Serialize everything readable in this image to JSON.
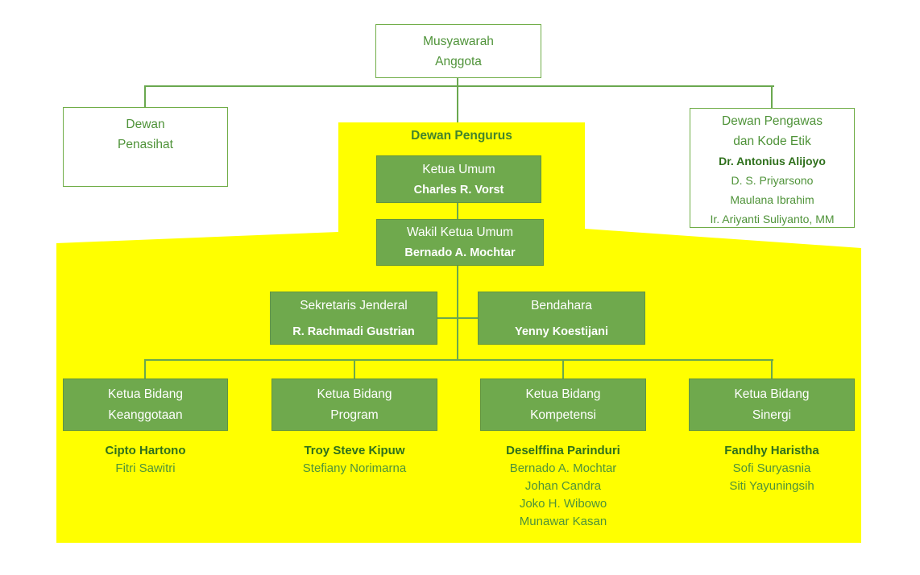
{
  "colors": {
    "background_yellow": "#FFFF00",
    "box_green_fill": "#6FA94D",
    "box_border_green": "#70AD47",
    "connector_green": "#6AA84F",
    "text_green": "#4F9339",
    "text_green_bold": "#2F701C",
    "title_green": "#43852C",
    "box_text_white": "#FFFFFF"
  },
  "top_row": {
    "musyawarah": {
      "line1": "Musyawarah",
      "line2": "Anggota"
    },
    "penasihat": {
      "line1": "Dewan",
      "line2": "Penasihat"
    },
    "pengawas": {
      "heading_line1": "Dewan Pengawas",
      "heading_line2": "dan Kode Etik",
      "members": [
        "Dr. Antonius Alijoyo",
        "D. S. Priyarsono",
        "Maulana Ibrahim",
        "Ir. Ariyanti Suliyanto, MM"
      ]
    }
  },
  "pengurus": {
    "title": "Dewan Pengurus",
    "ketua_umum": {
      "role": "Ketua Umum",
      "name": "Charles R. Vorst"
    },
    "wakil_ketua_umum": {
      "role": "Wakil Ketua Umum",
      "name": "Bernado A. Mochtar"
    },
    "sekretaris_jenderal": {
      "role": "Sekretaris Jenderal",
      "name": "R. Rachmadi Gustrian"
    },
    "bendahara": {
      "role": "Bendahara",
      "name": "Yenny Koestijani"
    },
    "bidang": [
      {
        "role_line1": "Ketua Bidang",
        "role_line2": "Keanggotaan",
        "lead": "Cipto Hartono",
        "members": [
          "Fitri Sawitri"
        ]
      },
      {
        "role_line1": "Ketua Bidang",
        "role_line2": "Program",
        "lead": "Troy Steve Kipuw",
        "members": [
          "Stefiany Norimarna"
        ]
      },
      {
        "role_line1": "Ketua Bidang",
        "role_line2": "Kompetensi",
        "lead": "Deselffina Parinduri",
        "members": [
          "Bernado A. Mochtar",
          "Johan Candra",
          "Joko H. Wibowo",
          "Munawar Kasan"
        ]
      },
      {
        "role_line1": "Ketua Bidang",
        "role_line2": "Sinergi",
        "lead": "Fandhy Haristha",
        "members": [
          "Sofi Suryasnia",
          "Siti Yayuningsih"
        ]
      }
    ]
  }
}
